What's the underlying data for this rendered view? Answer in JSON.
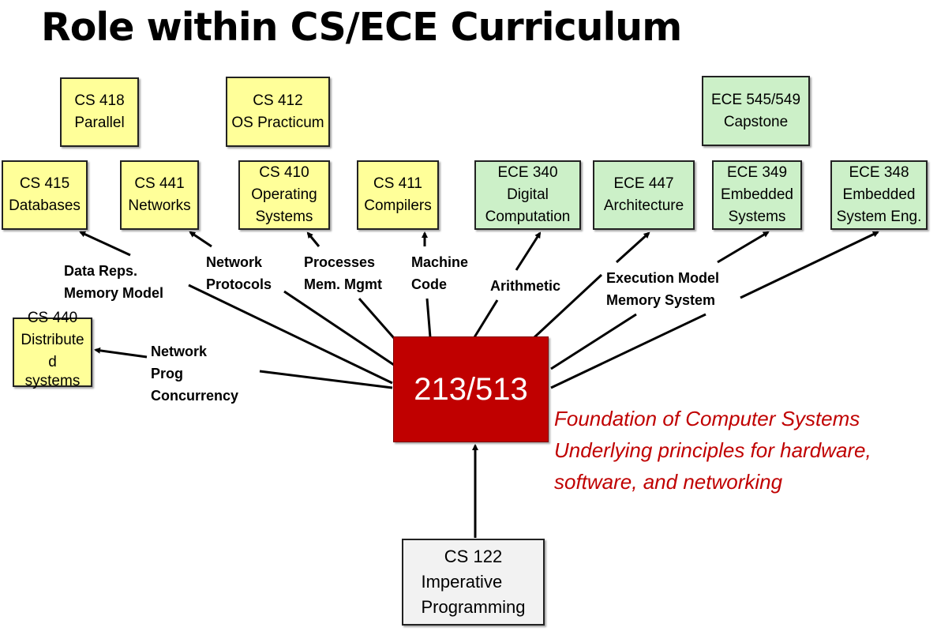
{
  "title": "Role within CS/ECE Curriculum",
  "center": "213/513",
  "courses": {
    "cs418": [
      "CS 418",
      "Parallel"
    ],
    "cs412": [
      "CS 412",
      "OS Practicum"
    ],
    "ece545": [
      "ECE 545/549",
      "Capstone"
    ],
    "cs415": [
      "CS 415",
      "Databases"
    ],
    "cs441": [
      "CS 441",
      "Networks"
    ],
    "cs410": [
      "CS 410",
      "Operating",
      "Systems"
    ],
    "cs411": [
      "CS 411",
      "Compilers"
    ],
    "ece340": [
      "ECE 340",
      "Digital",
      "Computation"
    ],
    "ece447": [
      "ECE 447",
      "Architecture"
    ],
    "ece349": [
      "ECE 349",
      "Embedded",
      "Systems"
    ],
    "ece348": [
      "ECE 348",
      "Embedded",
      "System Eng."
    ],
    "cs440": [
      "CS 440",
      "Distribute",
      "d",
      "systems"
    ],
    "cs122": [
      "CS 122",
      "Imperative",
      "Programming"
    ]
  },
  "labels": {
    "data_reps": "Data Reps.\nMemory Model",
    "net_protocols": "Network\nProtocols",
    "processes": "Processes\nMem. Mgmt",
    "machine_code": "Machine\nCode",
    "arithmetic": "Arithmetic",
    "exec_model": "Execution Model\nMemory System",
    "net_prog": "Network\nProg\nConcurrency"
  },
  "foundation": [
    "Foundation of Computer Systems",
    "Underlying principles for hardware,",
    "software, and networking"
  ],
  "colors": {
    "center": "#c00000",
    "cs": "#ffff99",
    "ece": "#ccf0c8",
    "prereq": "#f2f2f2"
  }
}
